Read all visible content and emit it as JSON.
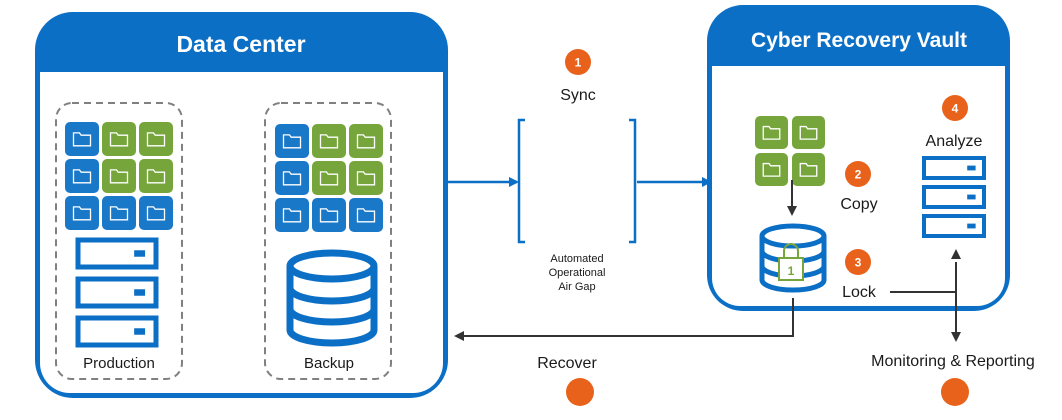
{
  "colors": {
    "blue": "#0b6fc6",
    "blue_tile": "#1a78c9",
    "green_tile": "#76a63b",
    "orange": "#e8621c",
    "connector": "#333333",
    "dashed_border": "#808080"
  },
  "data_center": {
    "title": "Data Center",
    "production_label": "Production",
    "backup_label": "Backup"
  },
  "vault": {
    "title": "Cyber Recovery Vault"
  },
  "airgap": {
    "line1": "Automated",
    "line2": "Operational",
    "line3": "Air Gap"
  },
  "steps": {
    "sync": {
      "number": "1",
      "label": "Sync"
    },
    "copy": {
      "number": "2",
      "label": "Copy"
    },
    "lock": {
      "number": "3",
      "label": "Lock"
    },
    "analyze": {
      "number": "4",
      "label": "Analyze"
    }
  },
  "bottom": {
    "recover_label": "Recover",
    "monitoring_label": "Monitoring & Reporting"
  },
  "icons": {
    "folder": "folder-icon",
    "server": "server-icon",
    "database": "database-icon",
    "lock": "lock-icon"
  }
}
